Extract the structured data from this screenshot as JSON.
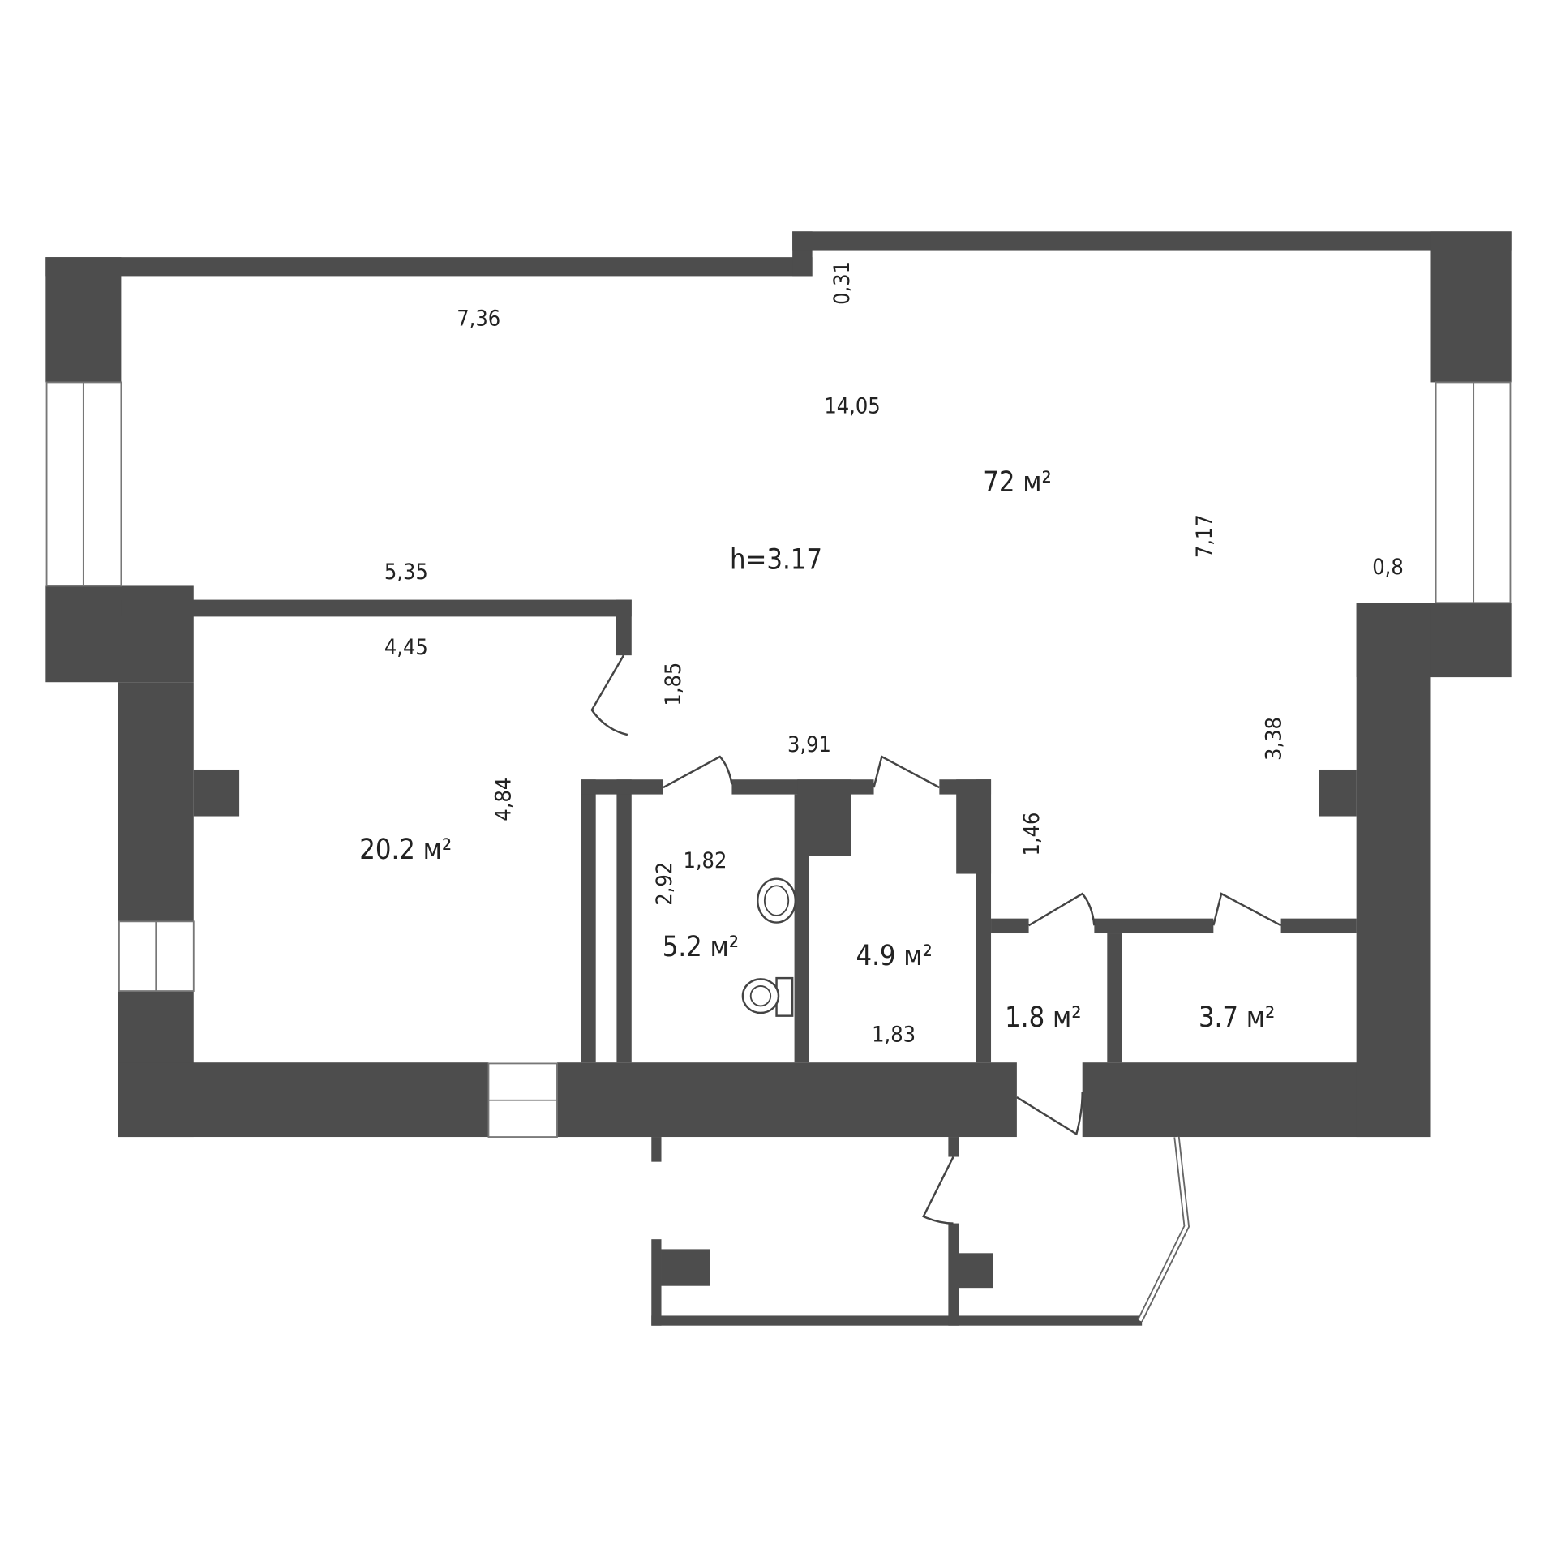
{
  "rooms": {
    "living": {
      "area": "72 м²",
      "height": "h=3.17"
    },
    "bedroom": {
      "area": "20.2 м²"
    },
    "bathroom": {
      "area": "5.2 м²"
    },
    "room_4_9": {
      "area": "4.9 м²"
    },
    "room_1_8": {
      "area": "1.8 м²"
    },
    "room_3_7": {
      "area": "3.7 м²"
    }
  },
  "dimensions": {
    "d736": "7,36",
    "d031": "0,31",
    "d1405": "14,05",
    "d717": "7,17",
    "d08": "0,8",
    "d535": "5,35",
    "d445": "4,45",
    "d185": "1,85",
    "d391": "3,91",
    "d338": "3,38",
    "d484": "4,84",
    "d146": "1,46",
    "d292": "2,92",
    "d182": "1,82",
    "d183": "1,83"
  },
  "colors": {
    "wall": "#4d4d4d",
    "background": "#ffffff"
  }
}
